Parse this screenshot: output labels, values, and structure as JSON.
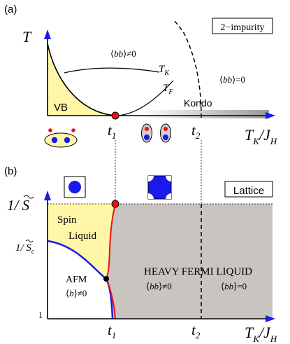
{
  "panel_a": {
    "label": "(a)",
    "box_label": "2−impurity",
    "y_axis_label": "T",
    "x_axis_label_T": "T",
    "x_axis_label_K": "K",
    "x_axis_label_J": "/J",
    "x_axis_label_H": "H",
    "t1_t": "t",
    "t1_sub": "1",
    "t2_t": "t",
    "t2_sub": "2",
    "region_vb": "VB",
    "region_kondo": "Kondo",
    "bb_nonzero_open": "⟨",
    "bb_nonzero_var": "bb",
    "bb_nonzero_close": "⟩≠0",
    "bb_zero_open": "⟨",
    "bb_zero_var": "bb",
    "bb_zero_close": "⟩=0",
    "tk_T": "T",
    "tk_sub": "K",
    "tf_T": "T",
    "tf_sub": "F"
  },
  "panel_b": {
    "label": "(b)",
    "box_label": "Lattice",
    "y_top_label": "1/ S",
    "y_c_main": "1/ S",
    "y_c_sub": "c",
    "y_bottom_label": "1",
    "x_axis_label_T": "T",
    "x_axis_label_K": "K",
    "x_axis_label_J": "/J",
    "x_axis_label_H": "H",
    "t1_t": "t",
    "t1_sub": "1",
    "t2_t": "t",
    "t2_sub": "2",
    "spin_label": "Spin",
    "liquid_label": "Liquid",
    "afm_label": "AFM",
    "b_nonzero_open": "⟨",
    "b_nonzero_var": "b",
    "b_nonzero_close": "⟩≠0",
    "hfl_label": "HEAVY FERMI LIQUID",
    "bb_nonzero_open": "⟨",
    "bb_nonzero_var": "bb",
    "bb_nonzero_close": "⟩≠0",
    "bb_zero_open": "⟨",
    "bb_zero_var": "bb",
    "bb_zero_close": "⟩=0"
  },
  "colors": {
    "yellow_region": "#fff6a8",
    "grey_region": "#c8c4c0",
    "red_curve": "#ee1111",
    "blue_curve": "#1a1aee",
    "axis": "#000000"
  }
}
